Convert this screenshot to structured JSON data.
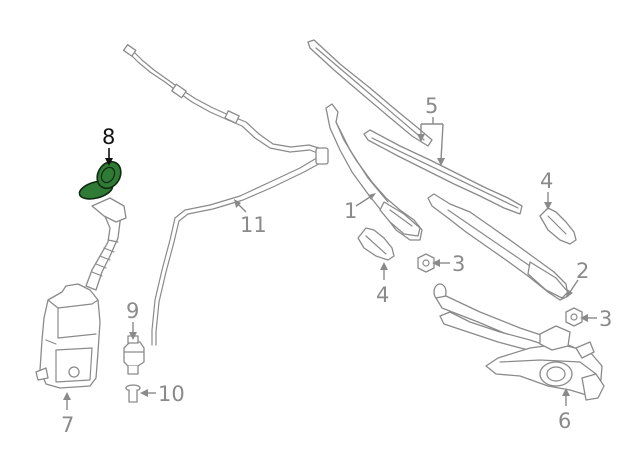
{
  "diagram": {
    "highlight_color": "#2f7a35",
    "line_color": "#8a8a8a",
    "callouts": [
      {
        "id": "c1",
        "label": "1"
      },
      {
        "id": "c2",
        "label": "2"
      },
      {
        "id": "c3a",
        "label": "3"
      },
      {
        "id": "c3b",
        "label": "3"
      },
      {
        "id": "c4a",
        "label": "4"
      },
      {
        "id": "c4b",
        "label": "4"
      },
      {
        "id": "c5",
        "label": "5"
      },
      {
        "id": "c6",
        "label": "6"
      },
      {
        "id": "c7",
        "label": "7"
      },
      {
        "id": "c8",
        "label": "8",
        "highlighted": true
      },
      {
        "id": "c9",
        "label": "9"
      },
      {
        "id": "c10",
        "label": "10"
      },
      {
        "id": "c11",
        "label": "11"
      }
    ]
  }
}
